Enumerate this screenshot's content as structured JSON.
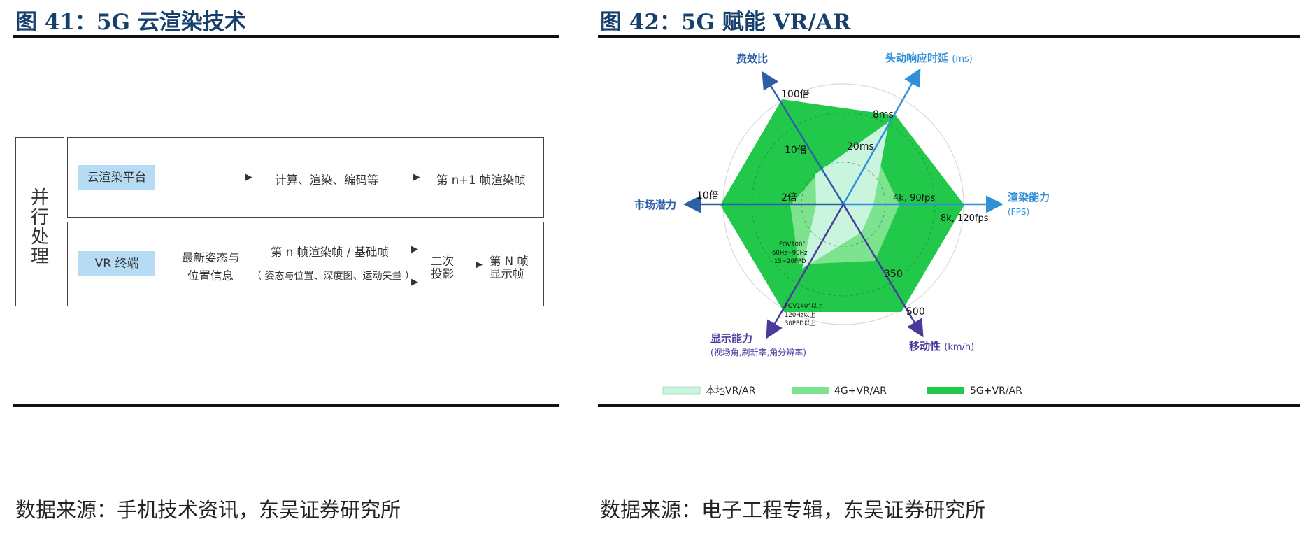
{
  "left": {
    "title": "图 41：5G 云渲染技术",
    "source": "数据来源：手机技术资讯，东吴证券研究所",
    "side_label": "并行处理",
    "row1": {
      "tag": "云渲染平台",
      "step1": "计算、渲染、编码等",
      "step2": "第 n+1 帧渲染帧"
    },
    "row2": {
      "tag": "VR 终端",
      "pose_line1": "最新姿态与",
      "pose_line2": "位置信息",
      "frame_line1": "第 n 帧渲染帧 / 基础帧",
      "frame_line2": "（ 姿态与位置、深度图、运动矢量 ）",
      "proj_line1": "二次",
      "proj_line2": "投影",
      "disp_line1": "第 N 帧",
      "disp_line2": "显示帧"
    }
  },
  "right": {
    "title": "图 42：5G 赋能 VR/AR",
    "source": "数据来源：电子工程专辑，东吴证券研究所",
    "axes": {
      "cost": "费效比",
      "latency": "头动响应时延",
      "latency_unit": "(ms)",
      "render": "渲染能力",
      "render_unit": "(FPS)",
      "mobility": "移动性",
      "mobility_unit": "(km/h)",
      "display": "显示能力",
      "display_unit": "(视场角,刷新率,角分辨率)",
      "market": "市场潜力"
    },
    "ticks": {
      "cost_100": "100倍",
      "cost_10": "10倍",
      "cost_2": "2倍",
      "lat_8": "8ms",
      "lat_20": "20ms",
      "render_90": "4k, 90fps",
      "render_120": "8k, 120fps",
      "mob_350": "350",
      "mob_500": "500",
      "market_10": "10倍",
      "disp_inner_1": "FOV100°",
      "disp_inner_2": "60Hz~90Hz",
      "disp_inner_3": "15~20PPD",
      "disp_outer_1": "FOV140°以上",
      "disp_outer_2": "120Hz以上",
      "disp_outer_3": "30PPD以上"
    },
    "legend": [
      "本地VR/AR",
      "4G+VR/AR",
      "5G+VR/AR"
    ],
    "colors": {
      "local": "#c9f5df",
      "g4": "#7ee38f",
      "g5": "#22c84a",
      "axis_dark": "#2d5fa8",
      "axis_light": "#2f8fd8",
      "axis_purple": "#4b3a9e"
    }
  }
}
